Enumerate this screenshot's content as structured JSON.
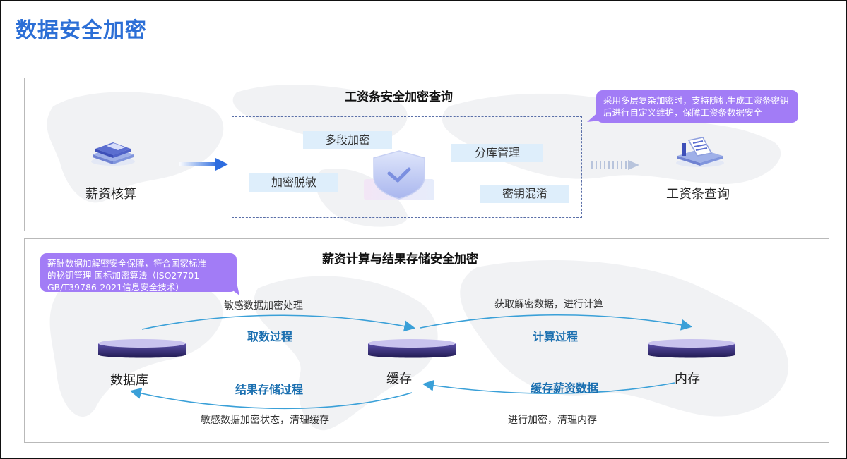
{
  "page": {
    "title": "数据安全加密"
  },
  "top_panel": {
    "title": "工资条安全加密查询",
    "left_node": {
      "label": "薪资核算",
      "icon": "server-stack-icon"
    },
    "right_node": {
      "label": "工资条查询",
      "icon": "document-tray-icon"
    },
    "center_icon": "shield-check-icon",
    "tags": [
      "多段加密",
      "分库管理",
      "加密脱敏",
      "密钥混淆"
    ],
    "callout": "采用多层复杂加密时，支持随机生成工资条密钥后进行自定义维护，保障工资条数据安全"
  },
  "bottom_panel": {
    "title": "薪资计算与结果存储安全加密",
    "callout_lines": [
      "薪酬数据加解密安全保障，符合国家标准",
      "的秘钥管理  国标加密算法（ISO27701",
      "GB/T39786-2021信息安全技术）"
    ],
    "nodes": [
      "数据库",
      "缓存",
      "内存"
    ],
    "flows": {
      "fetch": {
        "note": "敏感数据加密处理",
        "step": "取数过程"
      },
      "compute": {
        "note": "获取解密数据，进行计算",
        "step": "计算过程"
      },
      "store": {
        "note": "敏感数据加密状态，清理缓存",
        "step": "结果存储过程"
      },
      "cache": {
        "note": "进行加密，清理内存",
        "step": "缓存薪资数据"
      }
    }
  },
  "colors": {
    "title": "#2c6fd6",
    "flow_step": "#1a6fb0",
    "callout": "#a27cf6",
    "tag_bg": "#deeefb",
    "arrow": "#3aa0d8"
  }
}
